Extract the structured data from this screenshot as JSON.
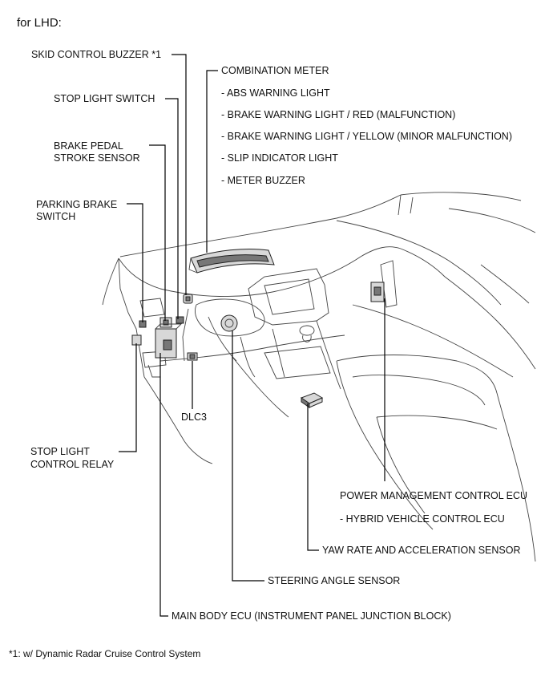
{
  "heading": "for LHD:",
  "labels": {
    "skid_control_buzzer": "SKID CONTROL BUZZER *1",
    "combination_meter": "COMBINATION METER",
    "abs_warning_light": "- ABS WARNING LIGHT",
    "brake_warning_red": "- BRAKE WARNING LIGHT / RED (MALFUNCTION)",
    "brake_warning_yellow": "- BRAKE WARNING LIGHT / YELLOW (MINOR MALFUNCTION)",
    "slip_indicator_light": "- SLIP INDICATOR LIGHT",
    "meter_buzzer": "- METER BUZZER",
    "stop_light_switch": "STOP LIGHT SWITCH",
    "brake_pedal_stroke_sensor_line1": "BRAKE PEDAL",
    "brake_pedal_stroke_sensor_line2": "STROKE SENSOR",
    "parking_brake_switch_line1": "PARKING BRAKE",
    "parking_brake_switch_line2": "SWITCH",
    "dlc3": "DLC3",
    "stop_light_control_relay_line1": "STOP LIGHT",
    "stop_light_control_relay_line2": "CONTROL RELAY",
    "power_management_control_ecu": "POWER MANAGEMENT CONTROL ECU",
    "hybrid_vehicle_control_ecu": "- HYBRID VEHICLE CONTROL ECU",
    "yaw_rate_sensor": "YAW RATE AND ACCELERATION SENSOR",
    "steering_angle_sensor": "STEERING ANGLE SENSOR",
    "main_body_ecu": "MAIN BODY ECU (INSTRUMENT PANEL JUNCTION BLOCK)"
  },
  "footnote": "*1: w/ Dynamic Radar Cruise Control System"
}
